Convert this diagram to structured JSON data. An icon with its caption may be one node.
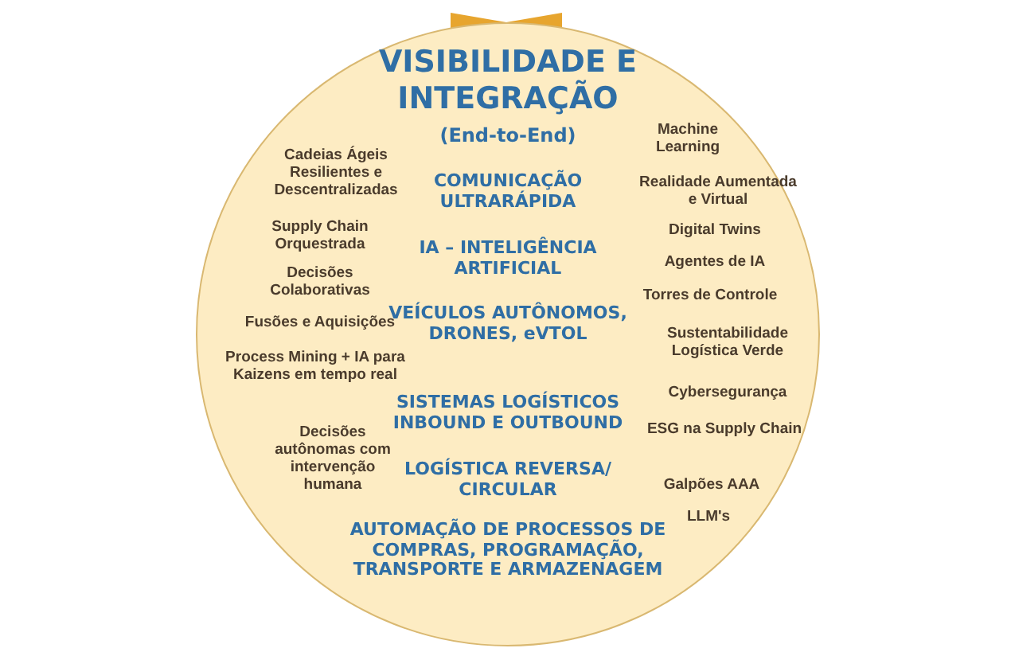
{
  "diagram": {
    "nodes": [
      {
        "text": [
          "VISIBILIDADE E INTEGRAÇÃO",
          "(End-to-End)",
          "COMUNICAÇÃO ULTRARÁPIDA",
          "IA – INTELIGÊNCIA ARTIFICIAL",
          "VEÍCULOS AUTÔNOMOS, DRONES, eVTOL",
          "SISTEMAS LOGÍSTICOS INBOUND E OUTBOUND",
          "LOGÍSTICA REVERSA/ CIRCULAR",
          "AUTOMAÇÃO DE PROCESSOS DE COMPRAS, PROGRAMAÇÃO, TRANSPORTE E ARMAZENAGEM",
          "Cadeias Ágeis Resilientes e Descentralizadas",
          "Supply Chain Orquestrada",
          "Decisões Colaborativas",
          "Fusões e Aquisições",
          "Process Mining + IA para Kaizens em tempo real",
          "Decisões autônomas com intervenção humana",
          "Machine Learning",
          "Realidade Aumentada e Virtual",
          "Digital Twins",
          "Agentes de IA",
          "Torres de Controle",
          "Sustentabilidade Logística Verde",
          "Cybersegurança",
          "ESG na Supply Chain",
          "Galpões AAA",
          "LLM's"
        ]
      }
    ]
  }
}
